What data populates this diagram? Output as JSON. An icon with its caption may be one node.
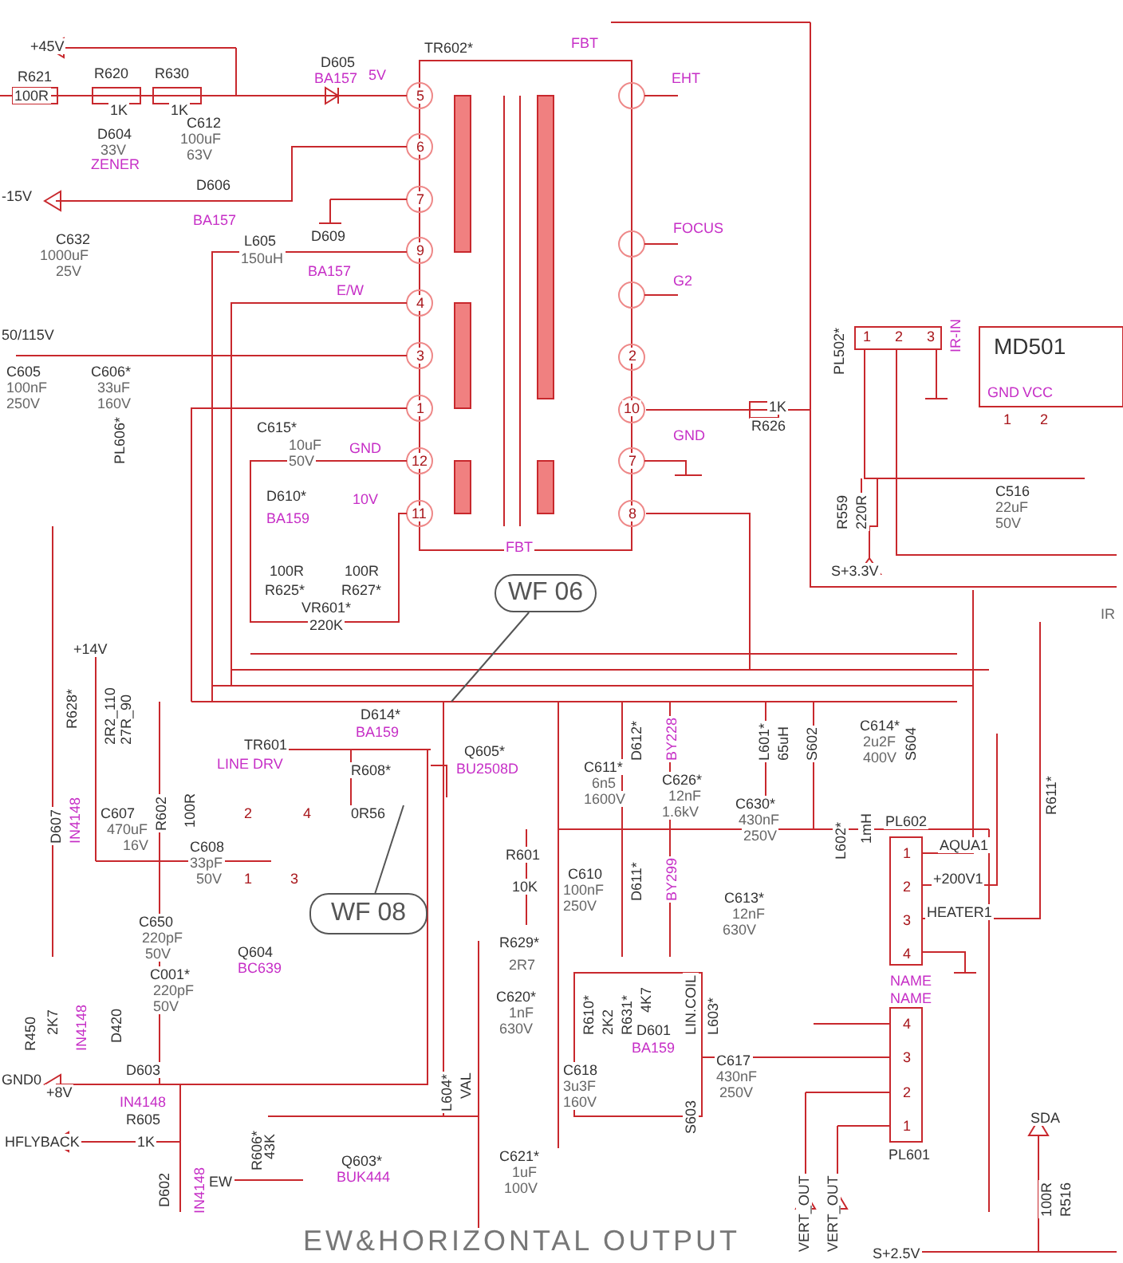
{
  "diagram": {
    "title": "EW&HORIZONTAL OUTPUT",
    "nodes": [
      {
        "text": [
          "WF 06"
        ]
      },
      {
        "text": [
          "WF 08"
        ]
      }
    ],
    "edges": [
      {
        "from": 0,
        "to": null,
        "arrow": "none"
      },
      {
        "from": 1,
        "to": null,
        "arrow": "none"
      }
    ],
    "labels": [
      "+45V",
      "R621",
      "100R",
      "R620",
      "1K",
      "R630",
      "1K",
      "D604",
      "33V",
      "ZENER",
      "C612",
      "100uF",
      "63V",
      "D605",
      "BA157",
      "5V",
      "-15V",
      "D606",
      "BA157",
      "C632",
      "1000uF",
      "25V",
      "L605",
      "150uH",
      "D609",
      "BA157",
      "E/W",
      "50/115V",
      "C605",
      "100nF",
      "250V",
      "C606*",
      "33uF",
      "160V",
      "PL606*",
      "C615*",
      "10uF",
      "50V",
      "GND",
      "D610*",
      "BA159",
      "10V",
      "100R",
      "R625*",
      "100R",
      "R627*",
      "VR601*",
      "220K",
      "TR602*",
      "FBT",
      "5",
      "6",
      "7",
      "9",
      "4",
      "3",
      "1",
      "12",
      "11",
      "EHT",
      "FOCUS",
      "G2",
      "2",
      "10",
      "7",
      "8",
      "GND",
      "FBT",
      "1K",
      "R626",
      "PL502*",
      "1",
      "2",
      "3",
      "IR-IN",
      "MD501",
      "GND",
      "VCC",
      "1",
      "2",
      "R559",
      "220R",
      "S+3.3V",
      "C516",
      "22uF",
      "50V",
      "IR",
      "+14V",
      "R628*",
      "2R2_110",
      "27R_90",
      "D607",
      "IN4148",
      "C607",
      "470uF",
      "16V",
      "R602",
      "100R",
      "C608",
      "33pF",
      "50V",
      "TR601",
      "LINE DRV",
      "2",
      "4",
      "1",
      "3",
      "D614*",
      "BA159",
      "R608*",
      "0R56",
      "Q605*",
      "BU2508D",
      "C650",
      "220pF",
      "50V",
      "Q604",
      "BC639",
      "R450",
      "2K7",
      "IN4148",
      "D420",
      "C001*",
      "220pF",
      "50V",
      "GND0",
      "+8V",
      "D603",
      "IN4148",
      "R605",
      "HFLYBACK",
      "1K",
      "D602",
      "IN4148",
      "EW",
      "R606*",
      "43K",
      "Q603*",
      "BUK444",
      "L604*",
      "VAL",
      "C620*",
      "1nF",
      "630V",
      "C621*",
      "1uF",
      "100V",
      "R601",
      "10K",
      "C610",
      "100nF",
      "250V",
      "C611*",
      "6n5",
      "1600V",
      "R629*",
      "2R7",
      "D612*",
      "BY228",
      "C626*",
      "12nF",
      "1.6kV",
      "C630*",
      "430nF",
      "250V",
      "D611*",
      "BY299",
      "C613*",
      "12nF",
      "630V",
      "L601*",
      "65uH",
      "S602",
      "C614*",
      "2u2F",
      "400V",
      "S604",
      "L602*",
      "1mH",
      "R611*",
      "PL602",
      "1",
      "2",
      "3",
      "4",
      "AQUA1",
      "+200V1",
      "HEATER1",
      "NAME",
      "NAME",
      "4",
      "3",
      "2",
      "1",
      "PL601",
      "R610*",
      "2K2",
      "R631*",
      "4K7",
      "LIN.COIL",
      "L603*",
      "D601",
      "BA159",
      "C618",
      "3u3F",
      "160V",
      "S603",
      "C617",
      "430nF",
      "250V",
      "VERT_OUT",
      "VERT_OUT",
      "SDA",
      "100R",
      "R516",
      "S+2.5V"
    ]
  }
}
